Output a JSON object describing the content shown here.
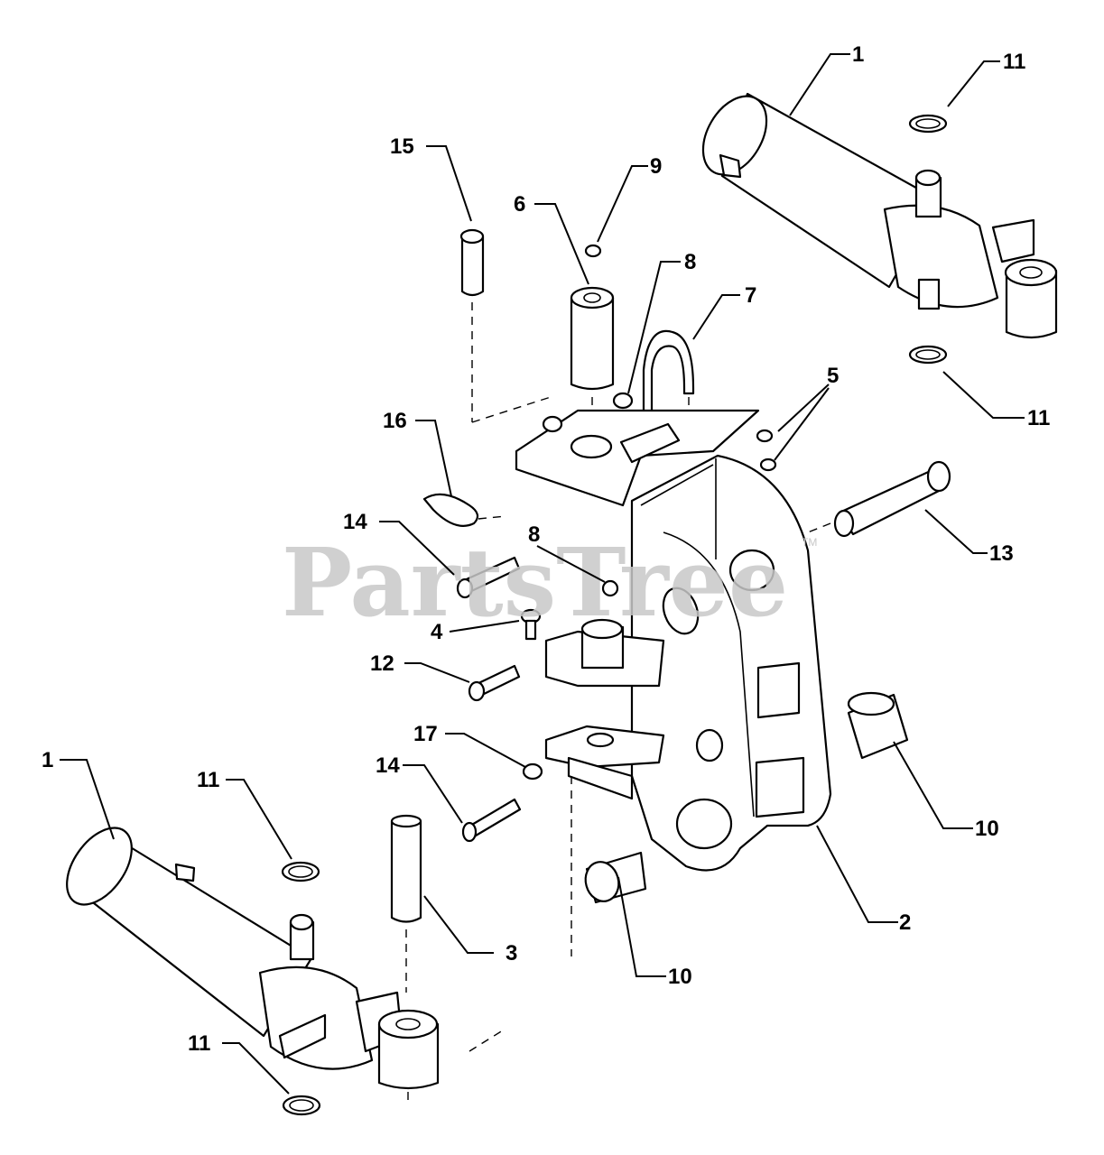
{
  "watermark": {
    "text": "PartsTree",
    "mark": "TM"
  },
  "callouts": [
    {
      "id": "c1a",
      "label": "1"
    },
    {
      "id": "c11a",
      "label": "11"
    },
    {
      "id": "c15",
      "label": "15"
    },
    {
      "id": "c9",
      "label": "9"
    },
    {
      "id": "c6",
      "label": "6"
    },
    {
      "id": "c8a",
      "label": "8"
    },
    {
      "id": "c7",
      "label": "7"
    },
    {
      "id": "c5",
      "label": "5"
    },
    {
      "id": "c11b",
      "label": "11"
    },
    {
      "id": "c16",
      "label": "16"
    },
    {
      "id": "c13",
      "label": "13"
    },
    {
      "id": "c14a",
      "label": "14"
    },
    {
      "id": "c8b",
      "label": "8"
    },
    {
      "id": "c4",
      "label": "4"
    },
    {
      "id": "c12",
      "label": "12"
    },
    {
      "id": "c17",
      "label": "17"
    },
    {
      "id": "c1b",
      "label": "1"
    },
    {
      "id": "c11c",
      "label": "11"
    },
    {
      "id": "c14b",
      "label": "14"
    },
    {
      "id": "c10a",
      "label": "10"
    },
    {
      "id": "c2",
      "label": "2"
    },
    {
      "id": "c3",
      "label": "3"
    },
    {
      "id": "c10b",
      "label": "10"
    },
    {
      "id": "c11d",
      "label": "11"
    }
  ]
}
